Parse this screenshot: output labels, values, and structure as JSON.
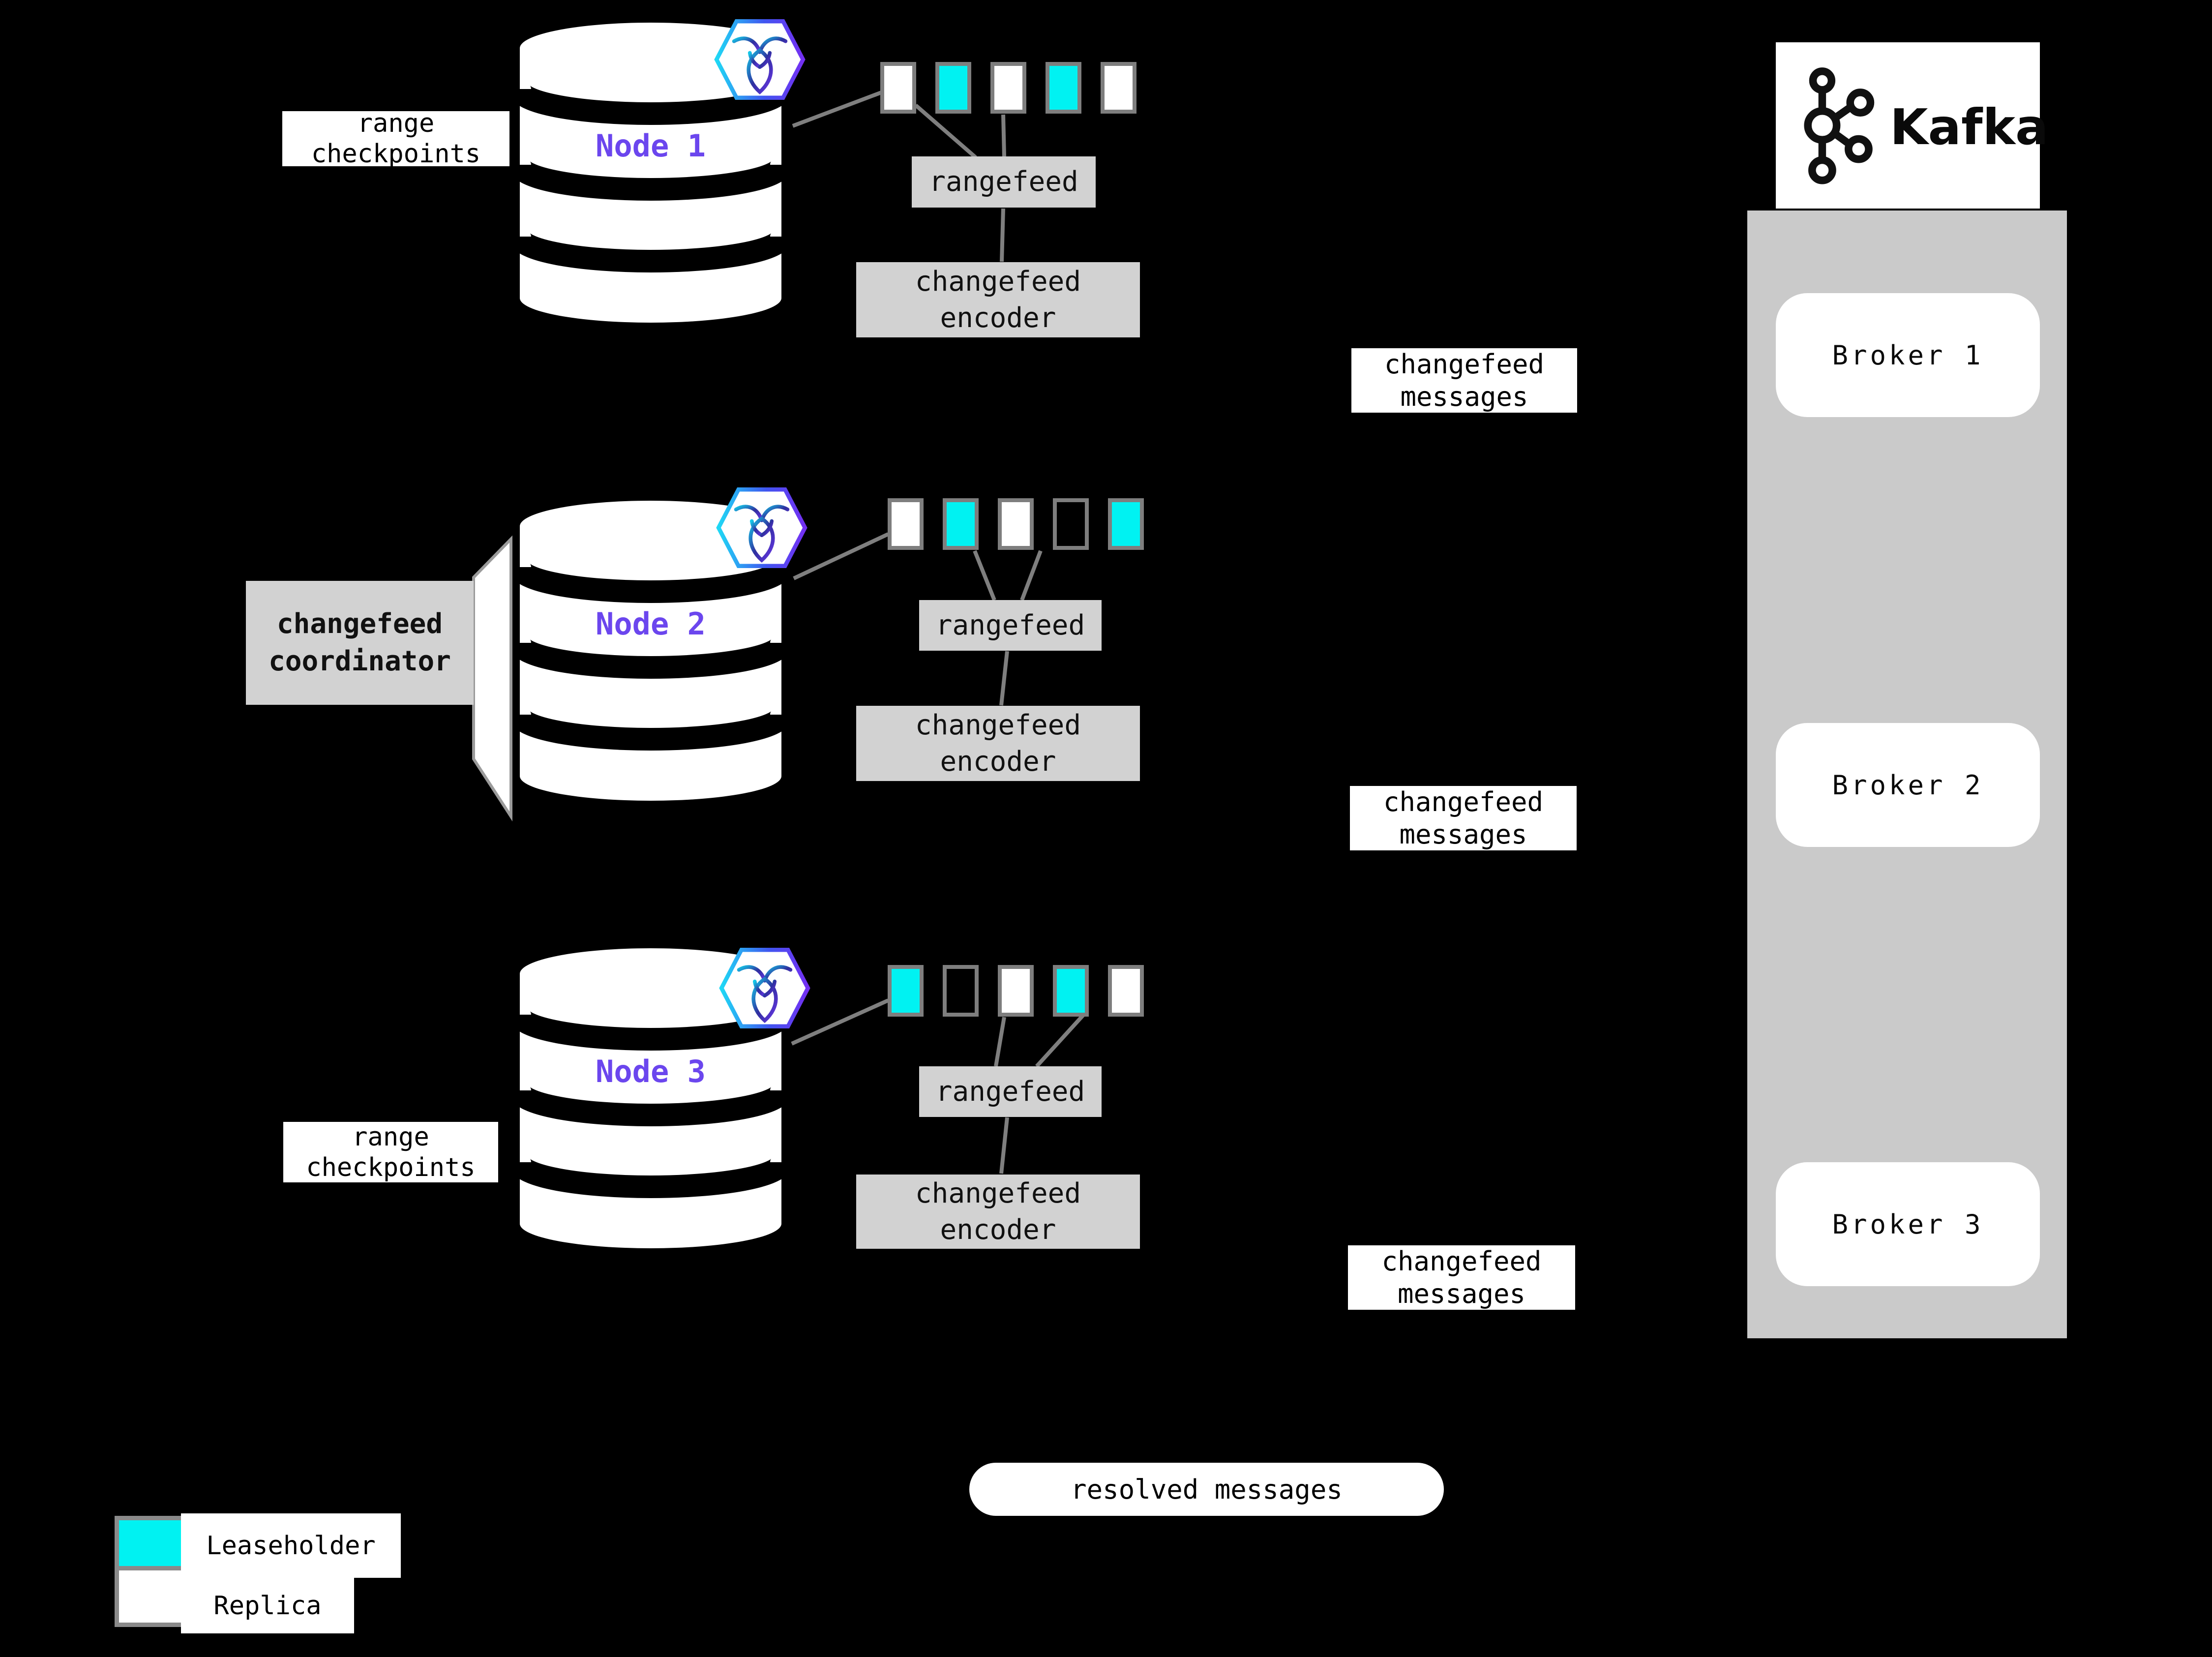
{
  "colors": {
    "background": "#000000",
    "leaseholder_cyan": "#00f2f2",
    "replica_white": "#ffffff",
    "node_name_purple": "#6b46ee",
    "process_box_gray": "#d2d2d2",
    "kafka_container_gray": "#cacaca",
    "connector_gray": "#7f7f7f"
  },
  "nodes": [
    {
      "name": "Node 1",
      "annotation": [
        "range",
        "checkpoints"
      ],
      "ranges": [
        "replica",
        "leaseholder",
        "replica",
        "leaseholder",
        "replica"
      ]
    },
    {
      "name": "Node 2",
      "annotation": [
        "changefeed",
        "coordinator"
      ],
      "ranges": [
        "replica",
        "leaseholder",
        "replica",
        "empty",
        "leaseholder"
      ]
    },
    {
      "name": "Node 3",
      "annotation": [
        "range",
        "checkpoints"
      ],
      "ranges": [
        "leaseholder",
        "empty",
        "replica",
        "leaseholder",
        "replica"
      ]
    }
  ],
  "shared": {
    "rangefeed": "rangefeed",
    "encoder": [
      "changefeed",
      "encoder"
    ],
    "messages": [
      "changefeed",
      "messages"
    ]
  },
  "kafka": {
    "wordmark": "Kafka",
    "brokers": [
      {
        "label": "Broker 1"
      },
      {
        "label": "Broker 2"
      },
      {
        "label": "Broker 3"
      }
    ]
  },
  "resolved_label": "resolved messages",
  "legend": {
    "leaseholder": "Leaseholder",
    "replica": "Replica"
  }
}
